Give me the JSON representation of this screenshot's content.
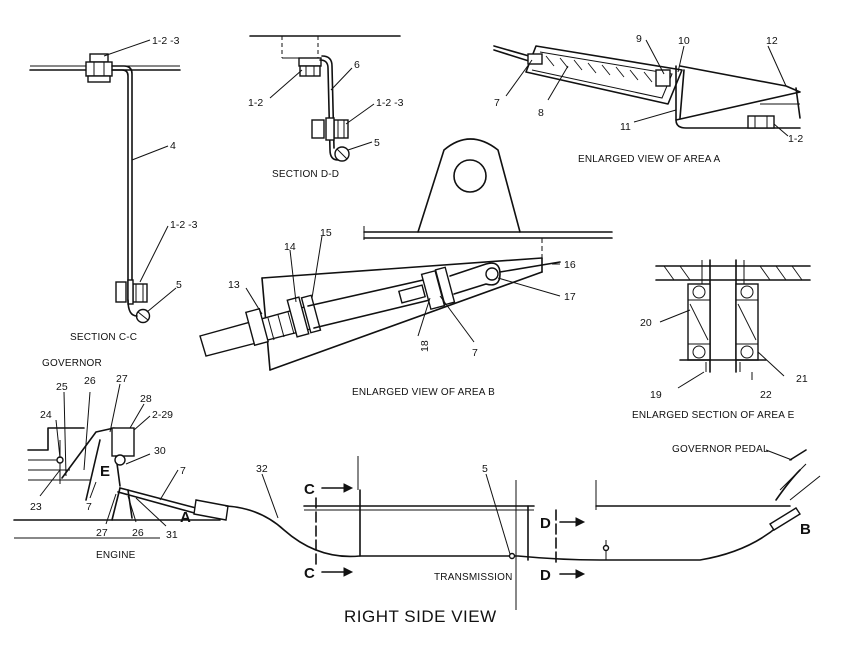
{
  "captions": {
    "section_cc": "SECTION C-C",
    "section_dd": "SECTION D-D",
    "area_a": "ENLARGED VIEW OF AREA A",
    "area_b": "ENLARGED VIEW OF AREA B",
    "area_e": "ENLARGED SECTION OF AREA E",
    "right_side": "RIGHT SIDE VIEW"
  },
  "names": {
    "governor": "GOVERNOR",
    "engine": "ENGINE",
    "transmission": "TRANSMISSION",
    "governor_pedal": "GOVERNOR PEDAL"
  },
  "section_letters": {
    "c": "C",
    "d": "D",
    "a": "A",
    "b": "B",
    "e": "E"
  },
  "callouts": {
    "cc_top": "1-2 -3",
    "cc_4": "4",
    "cc_mid": "1-2 -3",
    "cc_5": "5",
    "dd_6": "6",
    "dd_12": "1-2",
    "dd_123": "1-2 -3",
    "dd_5": "5",
    "a_7": "7",
    "a_8": "8",
    "a_9": "9",
    "a_10": "10",
    "a_11": "11",
    "a_12": "12",
    "a_12b": "1-2",
    "b_13": "13",
    "b_14": "14",
    "b_15": "15",
    "b_16": "16",
    "b_17": "17",
    "b_18": "18",
    "b_7": "7",
    "e_20": "20",
    "e_19": "19",
    "e_22": "22",
    "e_21": "21",
    "g_24": "24",
    "g_25": "25",
    "g_26": "26",
    "g_27": "27",
    "g_28": "28",
    "g_229": "2-29",
    "g_30": "30",
    "g_7": "7",
    "g_32": "32",
    "g_23": "23",
    "g_7b": "7",
    "g_27b": "27",
    "g_26b": "26",
    "g_31": "31",
    "t_5": "5"
  }
}
